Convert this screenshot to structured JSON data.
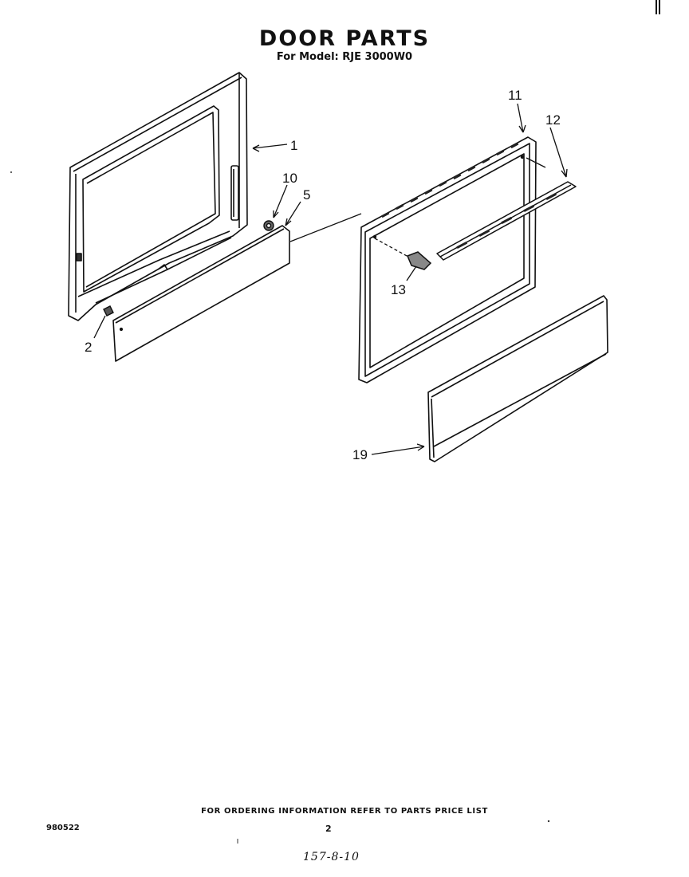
{
  "header": {
    "title": "DOOR  PARTS",
    "subtitle": "For Model: RJE 3000W0"
  },
  "callouts": {
    "c1": "1",
    "c2": "2",
    "c5": "5",
    "c10": "10",
    "c11": "11",
    "c12": "12",
    "c13": "13",
    "c19": "19"
  },
  "footer": {
    "ordering_note": "FOR ORDERING INFORMATION REFER TO PARTS PRICE LIST",
    "doc_number": "980522",
    "page_number": "2",
    "handwritten_code": "157-8-10"
  }
}
